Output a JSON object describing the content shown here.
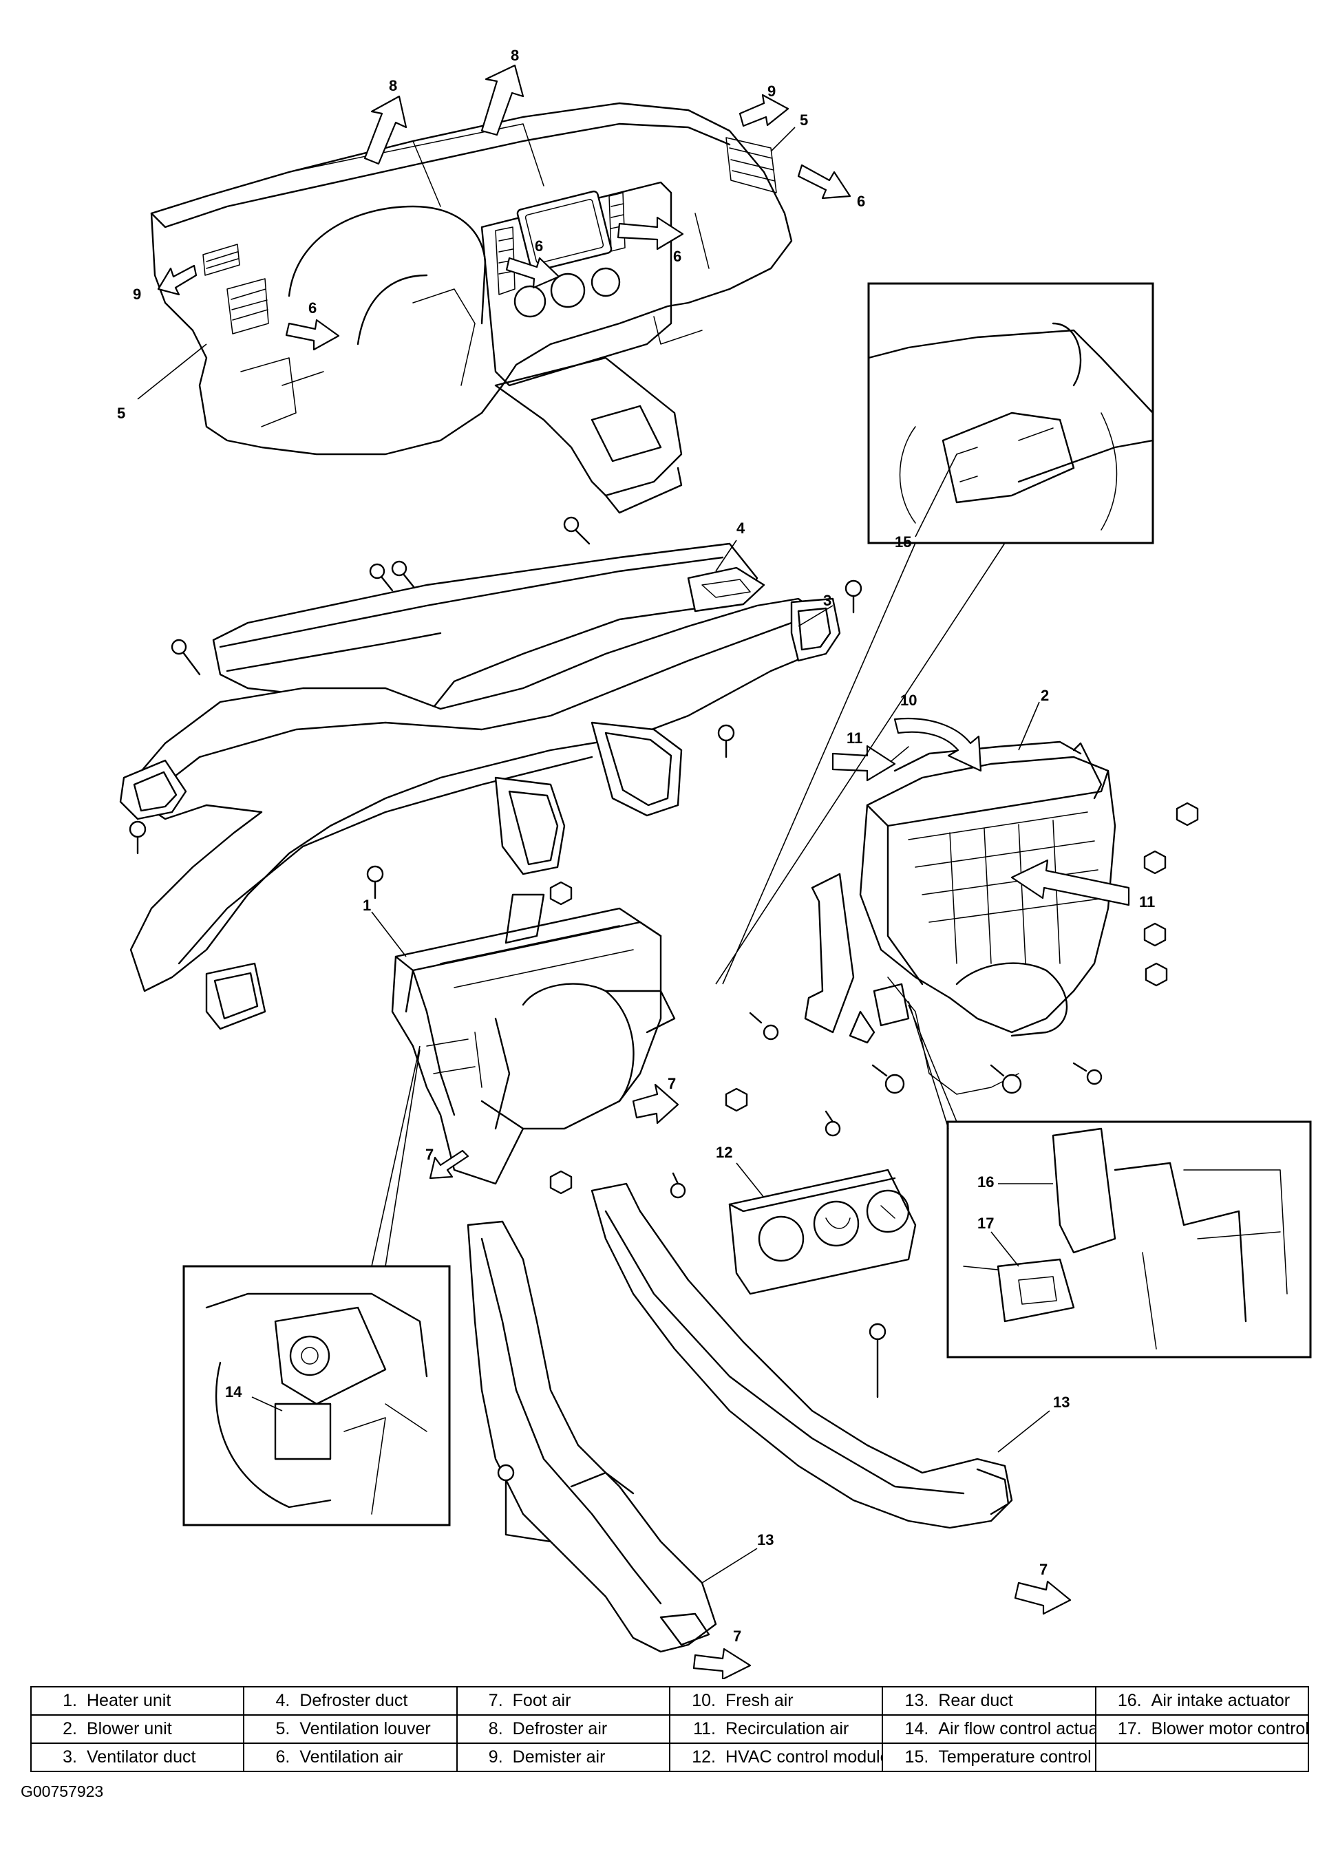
{
  "callouts": {
    "c8a": "8",
    "c8b": "8",
    "c9a": "9",
    "c5a": "5",
    "c6a": "6",
    "c6b": "6",
    "c6c": "6",
    "c9b": "9",
    "c6d": "6",
    "c5b": "5",
    "c15": "15",
    "c4": "4",
    "c3": "3",
    "c10": "10",
    "c2": "2",
    "c11a": "11",
    "c11b": "11",
    "c1": "1",
    "c7a": "7",
    "c7b": "7",
    "c12": "12",
    "c16": "16",
    "c17": "17",
    "c14": "14",
    "c13a": "13",
    "c7c": "7",
    "c13b": "13",
    "c7d": "7"
  },
  "legend": {
    "rows": [
      [
        {
          "num": "1.",
          "label": "Heater unit"
        },
        {
          "num": "4.",
          "label": "Defroster duct"
        },
        {
          "num": "7.",
          "label": "Foot air"
        },
        {
          "num": "10.",
          "label": "Fresh air"
        },
        {
          "num": "13.",
          "label": "Rear duct"
        },
        {
          "num": "16.",
          "label": "Air intake actuator"
        }
      ],
      [
        {
          "num": "2.",
          "label": "Blower unit"
        },
        {
          "num": "5.",
          "label": "Ventilation louver"
        },
        {
          "num": "8.",
          "label": "Defroster air"
        },
        {
          "num": "11.",
          "label": "Recirculation air"
        },
        {
          "num": "14.",
          "label": "Air flow control actuator"
        },
        {
          "num": "17.",
          "label": "Blower motor controller"
        }
      ],
      [
        {
          "num": "3.",
          "label": "Ventilator duct"
        },
        {
          "num": "6.",
          "label": "Ventilation air"
        },
        {
          "num": "9.",
          "label": "Demister air"
        },
        {
          "num": "12.",
          "label": "HVAC control module"
        },
        {
          "num": "15.",
          "label": "Temperature control actuator"
        },
        {
          "num": "",
          "label": ""
        }
      ]
    ]
  },
  "figure_id": "G00757923"
}
